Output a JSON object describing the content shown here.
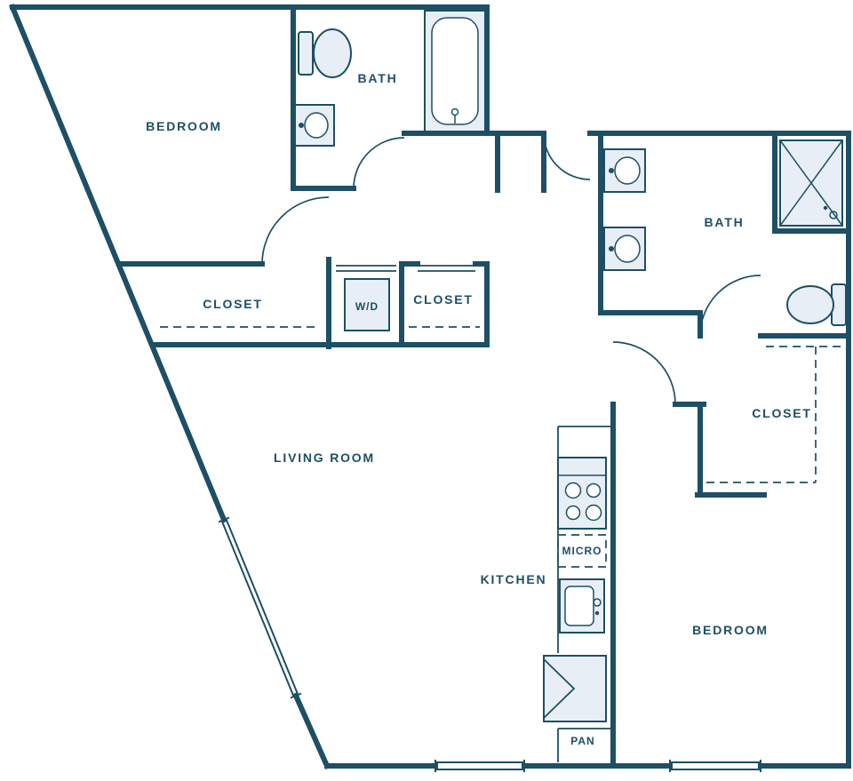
{
  "colors": {
    "wall": "#1d4f66",
    "fixture_fill": "#e8eef5",
    "background": "#ffffff"
  },
  "rooms": {
    "bedroom_top": {
      "label": "BEDROOM"
    },
    "bath_top": {
      "label": "BATH"
    },
    "closet_left": {
      "label": "CLOSET"
    },
    "washer_dryer": {
      "label": "W/D"
    },
    "closet_center": {
      "label": "CLOSET"
    },
    "living_room": {
      "label": "LIVING ROOM"
    },
    "kitchen": {
      "label": "KITCHEN"
    },
    "microwave": {
      "label": "MICRO"
    },
    "pantry": {
      "label": "PAN"
    },
    "bath_right": {
      "label": "BATH"
    },
    "closet_right": {
      "label": "CLOSET"
    },
    "bedroom_bottom": {
      "label": "BEDROOM"
    }
  },
  "fixtures": [
    "toilet",
    "vanity-sink",
    "bathtub",
    "double-vanity-sinks",
    "shower",
    "toilet-2",
    "washer-dryer-unit",
    "range-cooktop",
    "kitchen-sink",
    "refrigerator"
  ]
}
